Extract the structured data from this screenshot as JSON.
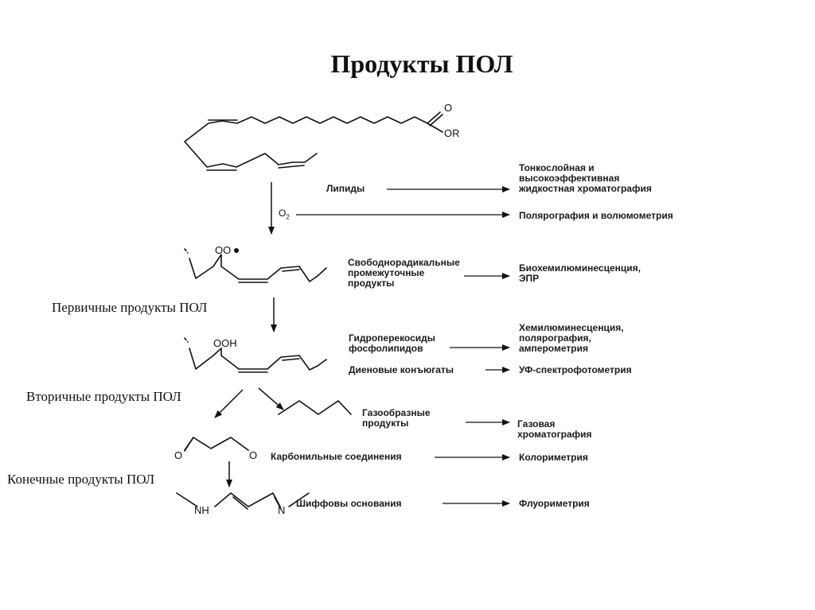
{
  "title": "Продукты ПОЛ",
  "stages": {
    "primary": "Первичные продукты ПОЛ",
    "secondary": "Вторичные продукты ПОЛ",
    "final": "Конечные  продукты ПОЛ"
  },
  "chem_labels": {
    "carbonyl_o": "O",
    "ester_or": "OR",
    "oxygen": "O",
    "oxygen_sub": "2",
    "peroxyl": "OO",
    "hydroperoxide": "OOH",
    "nh": "NH",
    "n": "N"
  },
  "rows": [
    {
      "product": [
        "Липиды"
      ],
      "method": [
        "Тонкослойная и",
        "высокоэффективная",
        "жидкостная хроматография"
      ]
    },
    {
      "product": [],
      "method": [
        "Полярография и волюмометрия"
      ]
    },
    {
      "product": [
        "Свободнорадикальные",
        "промежуточные",
        "продукты"
      ],
      "method": [
        "Биохемилюминесценция,",
        "ЭПР"
      ]
    },
    {
      "product": [
        "Гидроперекосиды",
        "фосфолипидов"
      ],
      "method": [
        "Хемилюминесценция,",
        "полярография,",
        "амперометрия"
      ]
    },
    {
      "product": [
        "Диеновые конъюгаты"
      ],
      "method": [
        "УФ-спектрофотометрия"
      ]
    },
    {
      "product": [
        "Газообразные",
        "продукты"
      ],
      "method": [
        "Газовая",
        "хроматография"
      ]
    },
    {
      "product": [
        "Карбонильные соединения"
      ],
      "method": [
        "Колориметрия"
      ]
    },
    {
      "product": [
        "Шиффовы основания"
      ],
      "method": [
        "Флуориметрия"
      ]
    }
  ]
}
